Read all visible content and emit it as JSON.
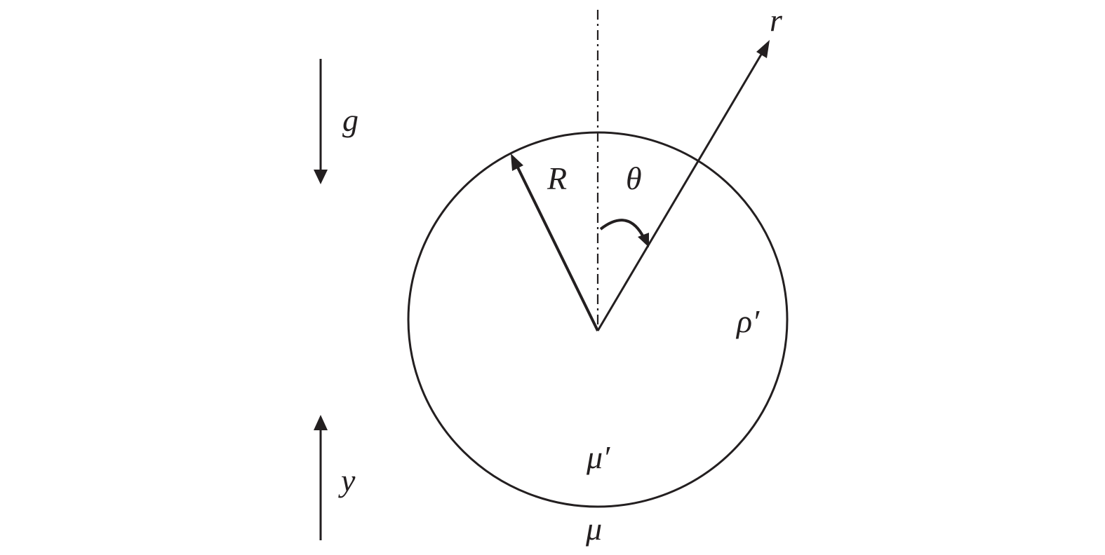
{
  "labels": {
    "gravity": "g",
    "vertical_axis": "y",
    "radius": "R",
    "angle": "θ",
    "radial_axis": "r",
    "inner_density": "ρ′",
    "inner_viscosity": "μ′",
    "outer_viscosity": "μ"
  },
  "colors": {
    "stroke": "#231f20",
    "background": "#ffffff"
  }
}
